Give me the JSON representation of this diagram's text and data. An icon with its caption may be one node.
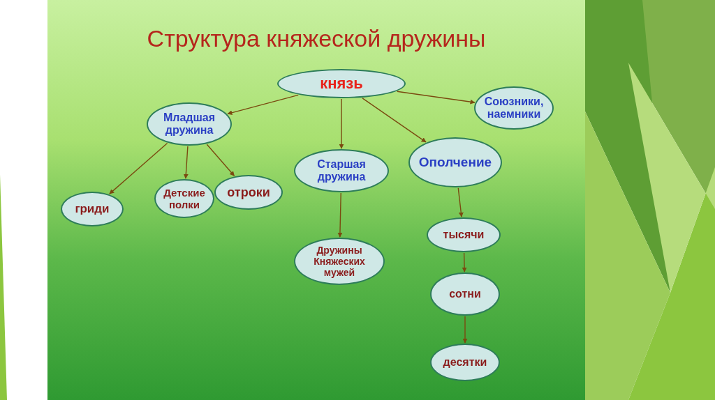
{
  "diagram": {
    "title": "Структура княжеской дружины",
    "nodes": [
      {
        "text": [
          "князь"
        ]
      },
      {
        "text": [
          "Младшая дружина"
        ]
      },
      {
        "text": [
          "Союзники, наемники"
        ]
      },
      {
        "text": [
          "гриди"
        ]
      },
      {
        "text": [
          "Детские полки"
        ]
      },
      {
        "text": [
          "отроки"
        ]
      },
      {
        "text": [
          "Старшая дружина"
        ]
      },
      {
        "text": [
          "Ополчение"
        ]
      },
      {
        "text": [
          "Дружины Княжеских мужей"
        ]
      },
      {
        "text": [
          "тысячи"
        ]
      },
      {
        "text": [
          "сотни"
        ]
      },
      {
        "text": [
          "десятки"
        ]
      }
    ],
    "edges": [
      {
        "from": 0,
        "to": 1,
        "arrow": "to"
      },
      {
        "from": 0,
        "to": 6,
        "arrow": "to"
      },
      {
        "from": 0,
        "to": 7,
        "arrow": "to"
      },
      {
        "from": 0,
        "to": 2,
        "arrow": "to"
      },
      {
        "from": 1,
        "to": 3,
        "arrow": "to"
      },
      {
        "from": 1,
        "to": 4,
        "arrow": "to"
      },
      {
        "from": 1,
        "to": 5,
        "arrow": "to"
      },
      {
        "from": 6,
        "to": 8,
        "arrow": "to"
      },
      {
        "from": 7,
        "to": 9,
        "arrow": "to"
      },
      {
        "from": 9,
        "to": 10,
        "arrow": "to"
      },
      {
        "from": 10,
        "to": 11,
        "arrow": "to"
      }
    ]
  }
}
